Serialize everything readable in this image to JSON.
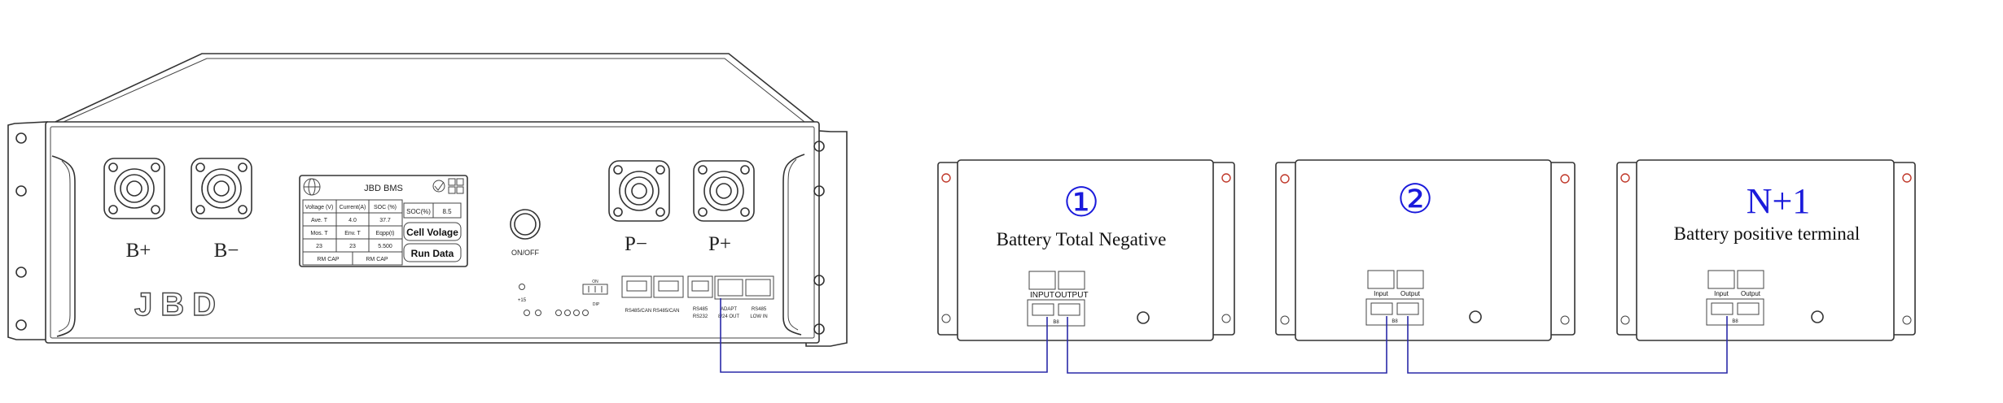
{
  "bms": {
    "labels": {
      "b_plus": "B+",
      "b_minus": "B−",
      "p_minus": "P−",
      "p_plus": "P+",
      "logo": "JBD",
      "onoff": "ON/OFF"
    },
    "display": {
      "title": "JBD BMS",
      "headers": [
        "Voltage (V)",
        "Current(A)",
        "SOC (%)"
      ],
      "soc_label": "SOC(%)",
      "soc_value": "8.5",
      "row1": [
        "Ave. T",
        "4.0",
        "37.7"
      ],
      "row2": [
        "Mos. T",
        "Env. T",
        "Eqpp(t)"
      ],
      "row3": [
        "23",
        "23",
        "5.500"
      ],
      "footer": [
        "RM CAP",
        "RM CAP"
      ],
      "btn_cell": "Cell Volage",
      "btn_run": "Run Data"
    },
    "ports": {
      "led_label": "+15",
      "dip_label": "ON",
      "dip_sub": "DIP",
      "rs485_can": "RS485/CAN  RS485/CAN",
      "rs485_rs232_top": "RS485",
      "rs485_rs232_bot": "RS232",
      "adapt_top": "ADAPT",
      "adapt_bot": "8/24 OUT",
      "rs485_low_top": "RS485",
      "rs485_low_bot": "LOW  IN"
    }
  },
  "units": [
    {
      "marker": "①",
      "label": "Battery Total Negative",
      "port_in": "INPUT",
      "port_out": "OUTPUT",
      "port_code": "B8"
    },
    {
      "marker": "②",
      "label": "",
      "port_in": "Input",
      "port_out": "Output",
      "port_code": "B8"
    },
    {
      "marker": "N+1",
      "label": "Battery positive terminal",
      "port_in": "Input",
      "port_out": "Output",
      "port_code": "B8"
    }
  ],
  "colors": {
    "marker": "#1a1adb",
    "wire": "#2a2aa8",
    "outline": "#333333",
    "bolt": "#c0392b"
  }
}
